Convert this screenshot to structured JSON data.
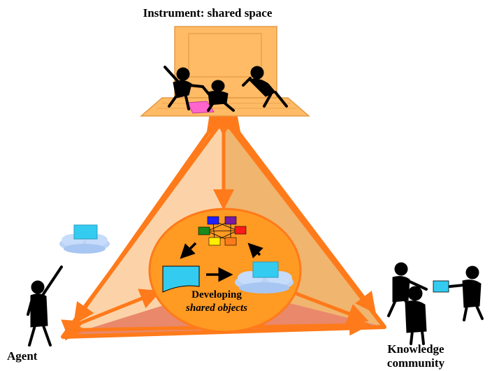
{
  "labels": {
    "instrument": "Instrument: shared space",
    "agent": "Agent",
    "knowledge_line1": "Knowledge",
    "knowledge_line2": "community",
    "center_line1": "Developing",
    "center_line2": "shared objects"
  },
  "colors": {
    "orange_stroke": "#ff7a1a",
    "triangle_left": "#fcd3a8",
    "triangle_right": "#f0b56e",
    "triangle_bottom": "#e9886a",
    "center_ellipse": "#ff9a22",
    "laptop": "#ffbb66",
    "cloud": "#b9d3f7",
    "doc": "#33ccf0",
    "figure": "#000000",
    "screen_pink": "#ff66cc"
  },
  "icons": {
    "laptop": "laptop-icon",
    "group": "people-icon",
    "cloud": "cloud-icon",
    "document": "document-icon",
    "network": "network-icon"
  }
}
